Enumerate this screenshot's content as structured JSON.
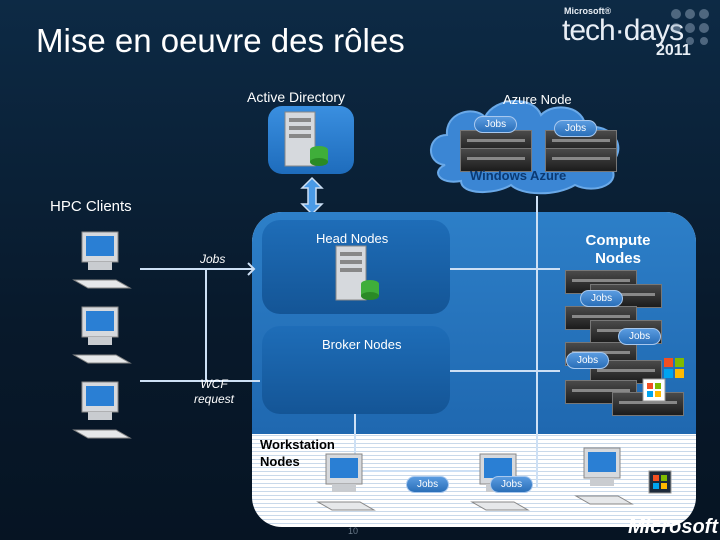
{
  "title": "Mise en oeuvre des rôles",
  "logo": {
    "brand": "Microsoft®",
    "event": "tech·days",
    "year": "2011"
  },
  "labels": {
    "active_directory": "Active Directory",
    "azure_node": "Azure Node",
    "hpc_clients": "HPC Clients",
    "head_nodes": "Head Nodes",
    "compute_nodes": "Compute Nodes",
    "broker_nodes": "Broker Nodes",
    "wcf_request": "WCF request",
    "workstation_nodes": "Workstation Nodes",
    "windows_azure": "Windows Azure"
  },
  "jobs": {
    "azure_1": "Jobs",
    "azure_2": "Jobs",
    "client": "Jobs",
    "compute_1": "Jobs",
    "compute_2": "Jobs",
    "compute_3": "Jobs",
    "workstation_1": "Jobs",
    "workstation_2": "Jobs"
  },
  "footer": {
    "page_number": "10",
    "company": "Microsoft"
  },
  "colors": {
    "background": "#0d2a45",
    "panel_blue": "#2d7fc8",
    "cloud": "#3b86d4",
    "connector": "#cde0f5"
  }
}
